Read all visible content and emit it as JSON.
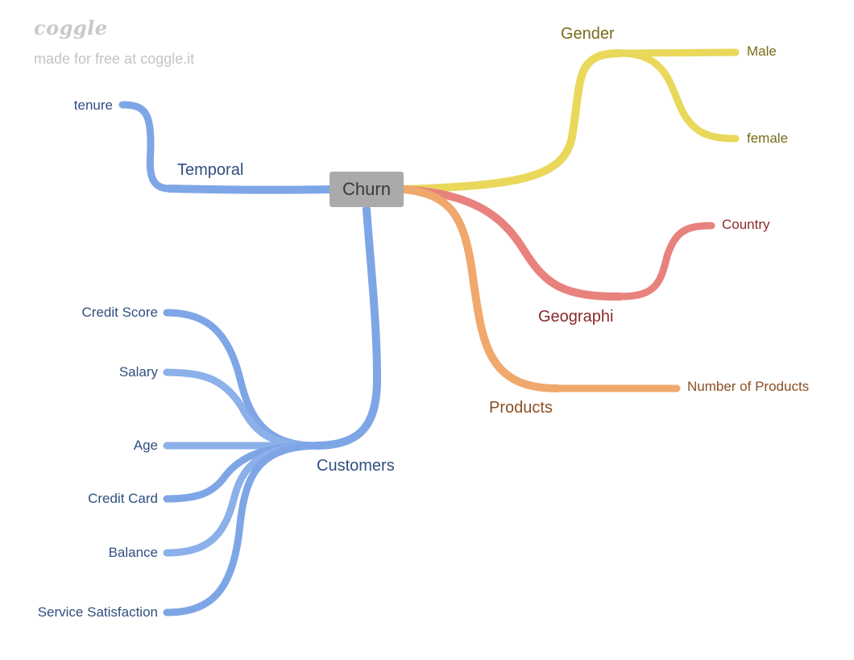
{
  "watermark": {
    "logo": "coggle",
    "tagline": "made for free at coggle.it"
  },
  "colors": {
    "blue": "#7ea6e6",
    "yellow": "#e9d85a",
    "red": "#e8827e",
    "orange": "#f0a86c",
    "root_fill": "#aaaaaa"
  },
  "root": {
    "label": "Churn"
  },
  "branches": {
    "temporal": {
      "label": "Temporal",
      "children": [
        "tenure"
      ]
    },
    "customers": {
      "label": "Customers",
      "children": [
        "Credit Score",
        "Salary",
        "Age",
        "Credit Card",
        "Balance",
        "Service Satisfaction"
      ]
    },
    "gender": {
      "label": "Gender",
      "children": [
        "Male",
        "female"
      ]
    },
    "geographi": {
      "label": "Geographi",
      "children": [
        "Country"
      ]
    },
    "products": {
      "label": "Products",
      "children": [
        "Number of Products"
      ]
    }
  }
}
